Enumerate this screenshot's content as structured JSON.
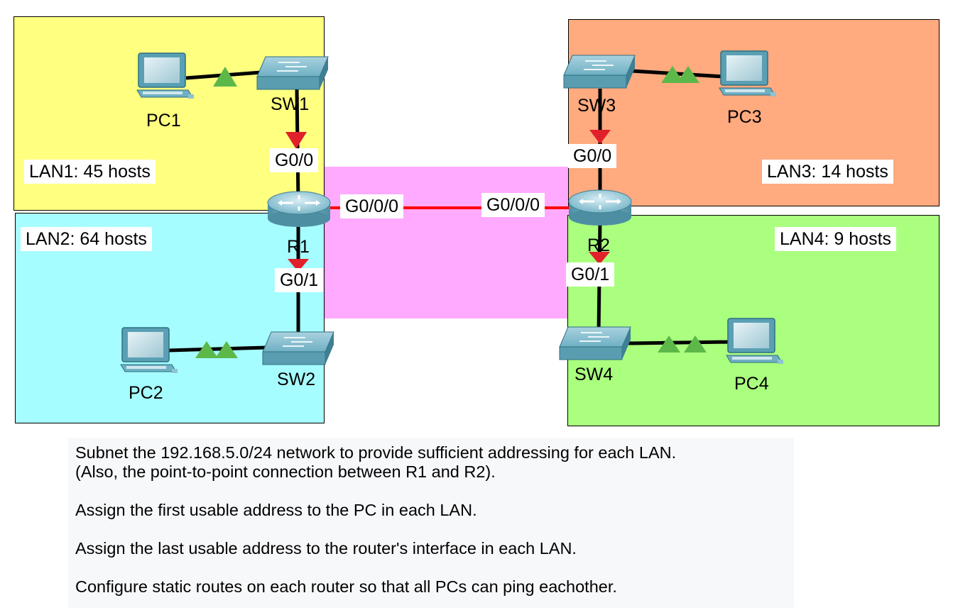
{
  "lans": {
    "lan1": {
      "label": "LAN1: 45 hosts",
      "color": "#ffff80"
    },
    "lan2": {
      "label": "LAN2: 64 hosts",
      "color": "#a6fdff"
    },
    "lan3": {
      "label": "LAN3: 14 hosts",
      "color": "#ffaa7f"
    },
    "lan4": {
      "label": "LAN4: 9 hosts",
      "color": "#aaff7f"
    },
    "wan": {
      "color": "#ffaaff"
    }
  },
  "devices": {
    "pc1": "PC1",
    "pc2": "PC2",
    "pc3": "PC3",
    "pc4": "PC4",
    "sw1": "SW1",
    "sw2": "SW2",
    "sw3": "SW3",
    "sw4": "SW4",
    "r1": "R1",
    "r2": "R2"
  },
  "interfaces": {
    "r1_g00": "G0/0",
    "r1_g01": "G0/1",
    "r1_g000": "G0/0/0",
    "r2_g000": "G0/0/0",
    "r2_g00": "G0/0",
    "r2_g01": "G0/1"
  },
  "instructions": {
    "line1": "Subnet the 192.168.5.0/24 network to provide sufficient addressing for each LAN.",
    "line2": "(Also, the point-to-point connection between R1 and R2).",
    "line3": "Assign the first usable address to the PC in each LAN.",
    "line4": "Assign the last usable address to the router's interface in each LAN.",
    "line5": "Configure static routes on each router so that all PCs can ping eachother."
  },
  "colors": {
    "link_up": "#5db84a",
    "link_down": "#e0202a",
    "wan_link": "#ff0000",
    "device": "#5aa0b4"
  }
}
